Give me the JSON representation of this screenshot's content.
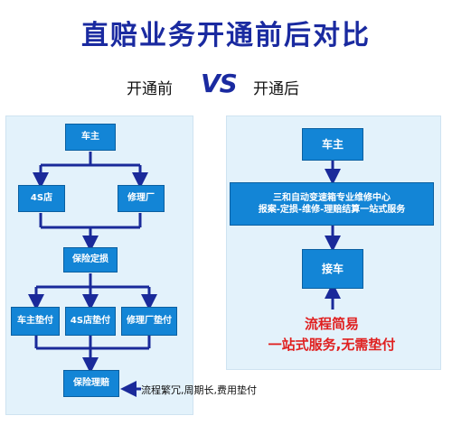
{
  "title": "直赔业务开通前后对比",
  "compare": {
    "before": "开通前",
    "vs": "VS",
    "after": "开通后"
  },
  "before": {
    "owner": "车主",
    "shop4s": "4S店",
    "repair": "修理厂",
    "assess": "保险定损",
    "pay_owner": "车主垫付",
    "pay_4s": "4S店垫付",
    "pay_repair": "修理厂垫付",
    "claim": "保险理赔",
    "note": "流程繁冗,周期长,费用垫付"
  },
  "after": {
    "owner": "车主",
    "center_line1": "三和自动变速箱专业维修中心",
    "center_line2": "报案-定损-维修-理赔结算一站式服务",
    "pickup": "接车",
    "note_line1": "流程简易",
    "note_line2": "一站式服务,无需垫付"
  },
  "colors": {
    "title": "#1a2aa0",
    "box": "#1385d6",
    "panel": "#e3f2fb",
    "arrow": "#1a2a9a",
    "highlight": "#e02020"
  }
}
